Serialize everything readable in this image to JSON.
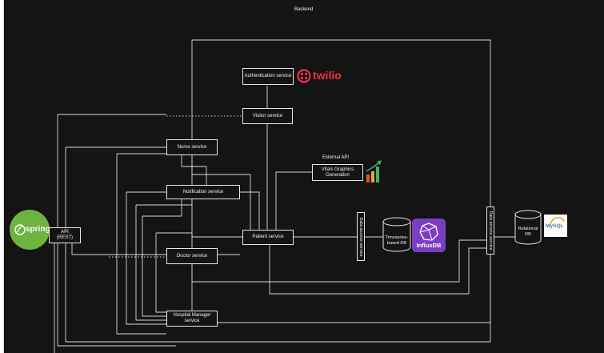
{
  "diagram": {
    "title": "Backend",
    "external_api_label": "External API",
    "nodes": {
      "api": "API\n(REST)",
      "authentication": "Authentication service",
      "visitor": "Visitor service",
      "nurse": "Nurse service",
      "notification": "Notification service",
      "patient": "Patient service",
      "doctor": "Doctor service",
      "hospital_manager": "Hospital Manager\nservice",
      "vitals_graphics": "Vitals Graphics\nGeneration",
      "data_access_ts": "Data access service",
      "timeseries_db": "Timeseries-\nbased DB",
      "data_access_rel": "Data access service",
      "relational_db": "Relational\nDB"
    },
    "logos": {
      "spring": {
        "text": "spring",
        "icon": "spring-leaf-icon",
        "color": "#6db33f"
      },
      "twilio": {
        "text": "twilio",
        "icon": "twilio-icon",
        "color": "#f22f46"
      },
      "influxdb": {
        "text": "InfluxDB",
        "icon": "influxdb-cube-icon",
        "color": "#22a7f0"
      },
      "mysql": {
        "text": "MySQL",
        "icon": "mysql-dolphin-icon",
        "color": "#4479a1"
      },
      "chart": {
        "icon": "bar-chart-arrow-icon",
        "colors": [
          "#e8542b",
          "#f0a22b",
          "#3db36b"
        ]
      }
    }
  }
}
